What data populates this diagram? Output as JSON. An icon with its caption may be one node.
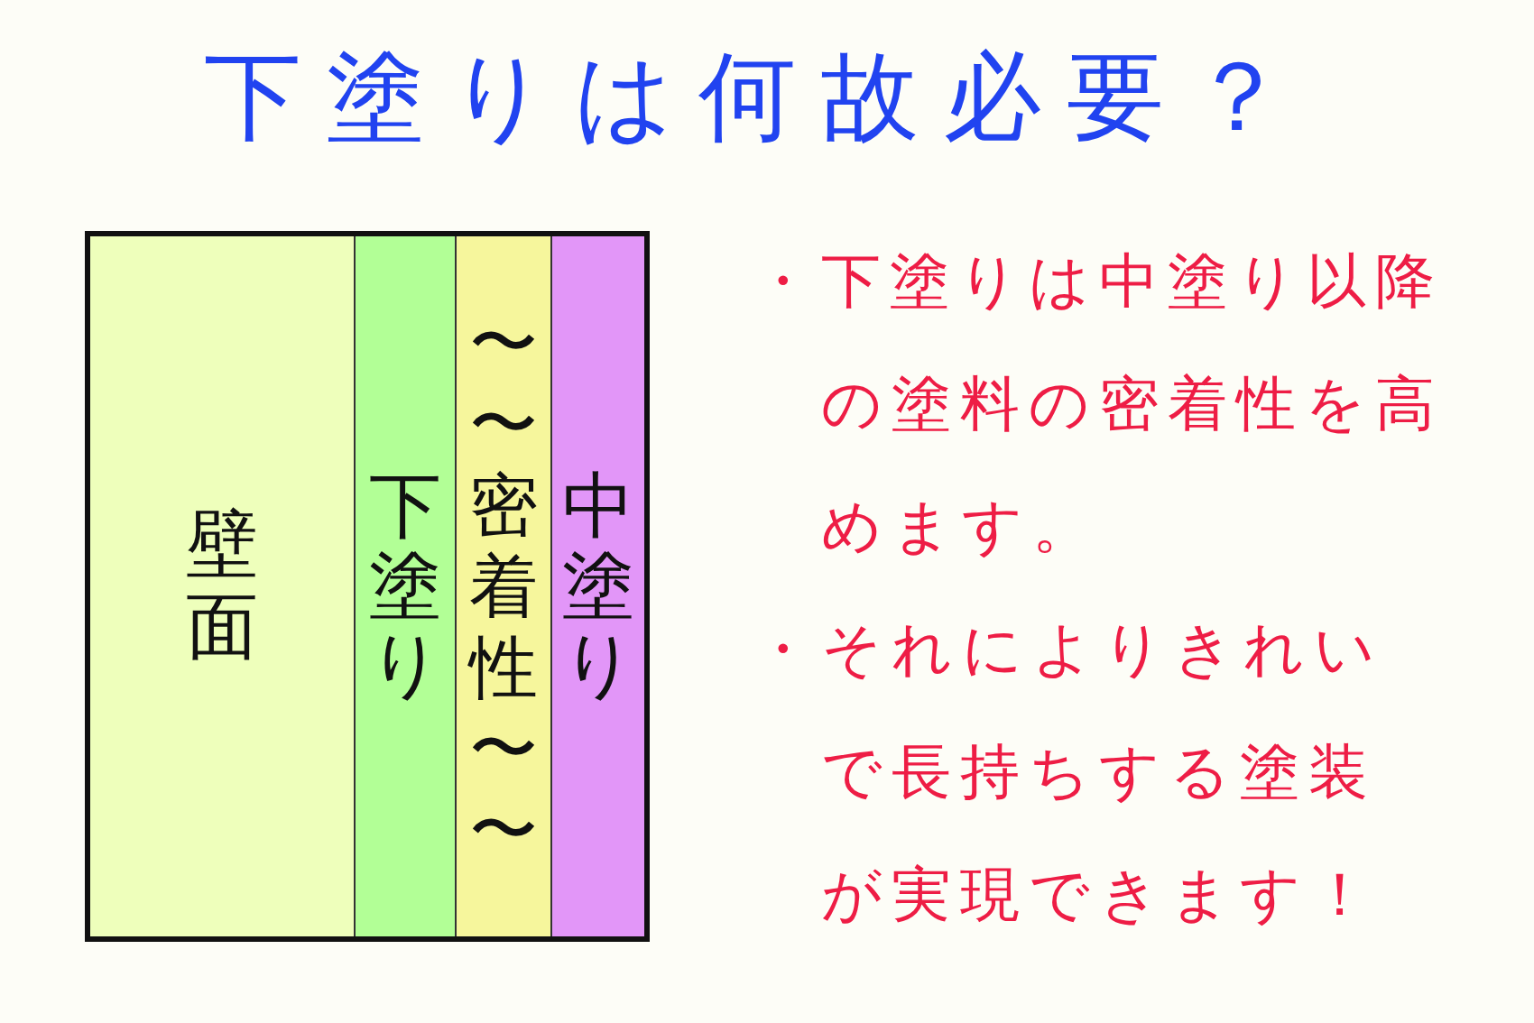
{
  "diagram": {
    "title": "下塗りは何故必要？",
    "nodes": [
      {
        "text": [
          "壁面"
        ]
      },
      {
        "text": [
          "下塗り"
        ]
      },
      {
        "text": [
          "〜〜密着性〜〜"
        ]
      },
      {
        "text": [
          "中塗り"
        ]
      }
    ],
    "labels": [
      "・下塗りは中塗り以降の塗料の密着性を高めます。",
      "・それによりきれいで長持ちする塗装が実現できます！"
    ]
  }
}
